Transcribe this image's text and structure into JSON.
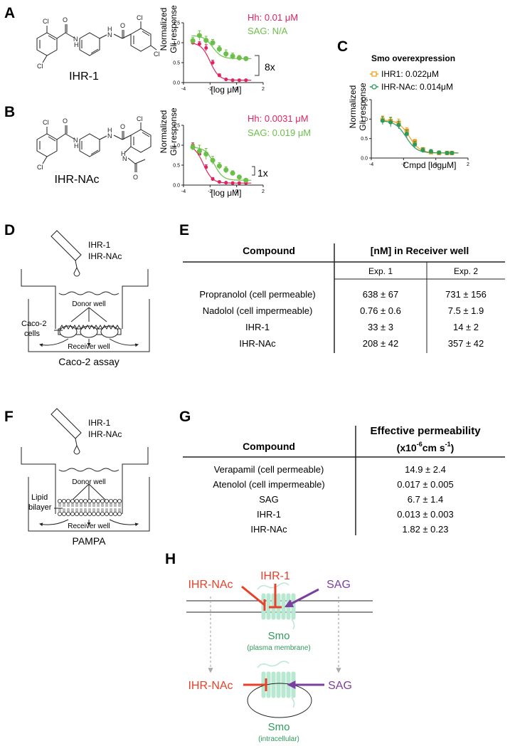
{
  "panels": {
    "A": "A",
    "B": "B",
    "C": "C",
    "D": "D",
    "E": "E",
    "F": "F",
    "G": "G",
    "H": "H"
  },
  "colors": {
    "hh": "#e0245e",
    "sag": "#6cc04a",
    "ihr1_c": "#f0a020",
    "ihrnac_c": "#2e9a5a",
    "red": "#e8402a",
    "purple": "#7b3fa0",
    "smo": "#2e9a5a",
    "smo_fill": "#b9e8d2"
  },
  "panelA": {
    "compound": "IHR-1",
    "atoms": {
      "cl": "Cl",
      "h": "H",
      "n": "N",
      "o": "O"
    },
    "ylabel1": "Normalized",
    "ylabel2": "Gli response",
    "xlabel": "[log μM]",
    "hh_label": "Hh: 0.01 μM",
    "sag_label": "SAG: N/A",
    "fold": "8x",
    "yticks": [
      "1.5",
      "1.0",
      "0.5",
      "0.0"
    ],
    "xticks": [
      "-4",
      "-2",
      "0",
      "2"
    ]
  },
  "panelB": {
    "compound": "IHR-NAc",
    "ylabel1": "Normalized",
    "ylabel2": "Gli response",
    "xlabel": "[log μM]",
    "hh_label": "Hh: 0.0031 μM",
    "sag_label": "SAG: 0.019 μM",
    "fold": "1x",
    "yticks": [
      "1.5",
      "1.0",
      "0.5",
      "0.0"
    ],
    "xticks": [
      "-4",
      "-2",
      "0",
      "2"
    ]
  },
  "panelC": {
    "title": "Smo overexpression",
    "legend1": "IHR1: 0.022μM",
    "legend2": "IHR-NAc: 0.014μM",
    "ylabel1": "Normalized",
    "ylabel2": "Gli response",
    "xlabel": "Cmpd [logμM]",
    "yticks": [
      "1.5",
      "1.0",
      "0.5",
      "0.0"
    ],
    "xticks": [
      "-4",
      "-2",
      "0",
      "2"
    ]
  },
  "panelD": {
    "cmpd1": "IHR-1",
    "cmpd2": "IHR-NAc",
    "donor": "Donor well",
    "cells1": "Caco-2",
    "cells2": "cells",
    "receiver": "Receiver well",
    "caption": "Caco-2 assay"
  },
  "panelE": {
    "col1": "Compound",
    "col2": "[nM] in Receiver well",
    "sub1": "Exp. 1",
    "sub2": "Exp. 2",
    "rows": [
      {
        "name": "Propranolol (cell permeable)",
        "e1": "638 ± 67",
        "e2": "731 ± 156"
      },
      {
        "name": "Nadolol (cell impermeable)",
        "e1": "0.76 ± 0.6",
        "e2": "7.5 ± 1.9"
      },
      {
        "name": "IHR-1",
        "e1": "33 ± 3",
        "e2": "14 ± 2"
      },
      {
        "name": "IHR-NAc",
        "e1": "208 ± 42",
        "e2": "357 ± 42"
      }
    ]
  },
  "panelF": {
    "cmpd1": "IHR-1",
    "cmpd2": "IHR-NAc",
    "donor": "Donor well",
    "lipid1": "Lipid",
    "lipid2": "bilayer",
    "receiver": "Receiver well",
    "caption": "PAMPA"
  },
  "panelG": {
    "col1": "Compound",
    "col2a": "Effective permeability",
    "col2b": "(x10",
    "col2exp": "-6",
    "col2c": "cm s",
    "col2exp2": "-1",
    "col2d": ")",
    "rows": [
      {
        "name": "Verapamil (cell permeable)",
        "v": "14.9 ± 2.4"
      },
      {
        "name": "Atenolol (cell impermeable)",
        "v": "0.017 ± 0.005"
      },
      {
        "name": "SAG",
        "v": "6.7 ± 1.4"
      },
      {
        "name": "IHR-1",
        "v": "0.013 ± 0.003"
      },
      {
        "name": "IHR-NAc",
        "v": "1.82 ± 0.23"
      }
    ]
  },
  "panelH": {
    "ihr1": "IHR-1",
    "ihrnac_top": "IHR-NAc",
    "sag_top": "SAG",
    "smo_top": "Smo",
    "smo_top_sub": "(plasma membrane)",
    "ihrnac_bottom": "IHR-NAc",
    "sag_bottom": "SAG",
    "smo_bottom": "Smo",
    "smo_bottom_sub": "(intracellular)"
  },
  "chart_data": [
    {
      "type": "scatter",
      "panel": "A",
      "xlabel": "[log μM]",
      "ylabel": "Normalized Gli response",
      "xlim": [
        -4,
        2
      ],
      "ylim": [
        0,
        1.5
      ],
      "series": [
        {
          "name": "Hh: 0.01 μM",
          "x": [
            -3.3,
            -2.8,
            -2.3,
            -1.8,
            -1.3,
            -0.8,
            -0.3,
            0.2,
            0.7
          ],
          "y": [
            1.0,
            0.97,
            0.87,
            0.5,
            0.18,
            0.08,
            0.06,
            0.06,
            0.06
          ],
          "err": [
            0.05,
            0.06,
            0.08,
            0.06,
            0.04,
            0.02,
            0.02,
            0.02,
            0.02
          ],
          "ic50_log": -2.0
        },
        {
          "name": "SAG: N/A",
          "x": [
            -3.3,
            -2.8,
            -2.3,
            -1.8,
            -1.3,
            -0.8,
            -0.3,
            0.2,
            0.7
          ],
          "y": [
            1.05,
            1.18,
            1.06,
            1.0,
            0.84,
            0.72,
            0.66,
            0.62,
            0.6
          ],
          "err": [
            0.08,
            0.12,
            0.1,
            0.08,
            0.08,
            0.1,
            0.08,
            0.06,
            0.05
          ],
          "ic50_log": -1.8
        }
      ]
    },
    {
      "type": "scatter",
      "panel": "B",
      "xlabel": "[log μM]",
      "ylabel": "Normalized Gli response",
      "xlim": [
        -4,
        2
      ],
      "ylim": [
        0,
        1.5
      ],
      "series": [
        {
          "name": "Hh: 0.0031 μM",
          "x": [
            -3.3,
            -2.8,
            -2.3,
            -1.8,
            -1.3,
            -0.8,
            -0.3,
            0.2,
            0.7
          ],
          "y": [
            1.0,
            0.78,
            0.45,
            0.15,
            0.08,
            0.06,
            0.05,
            0.05,
            0.05
          ],
          "err": [
            0.06,
            0.08,
            0.06,
            0.04,
            0.02,
            0.02,
            0.02,
            0.02,
            0.02
          ],
          "ic50_log": -2.5
        },
        {
          "name": "SAG: 0.019 μM",
          "x": [
            -3.3,
            -2.8,
            -2.3,
            -1.8,
            -1.3,
            -0.8,
            -0.3,
            0.2,
            0.7
          ],
          "y": [
            0.95,
            0.85,
            0.78,
            0.62,
            0.48,
            0.38,
            0.3,
            0.2,
            0.12
          ],
          "err": [
            0.08,
            0.15,
            0.14,
            0.1,
            0.08,
            0.08,
            0.06,
            0.05,
            0.04
          ],
          "ic50_log": -1.7
        }
      ]
    },
    {
      "type": "scatter",
      "panel": "C",
      "title": "Smo overexpression",
      "xlabel": "Cmpd [logμM]",
      "ylabel": "Normalized Gli response",
      "xlim": [
        -4,
        2
      ],
      "ylim": [
        0,
        1.5
      ],
      "series": [
        {
          "name": "IHR1: 0.022μM",
          "x": [
            -3.3,
            -2.8,
            -2.3,
            -1.8,
            -1.3,
            -0.8,
            -0.3,
            0.2,
            0.7,
            1.0
          ],
          "y": [
            0.98,
            0.95,
            0.9,
            0.7,
            0.42,
            0.22,
            0.15,
            0.13,
            0.13,
            0.13
          ],
          "err": [
            0.1,
            0.1,
            0.1,
            0.08,
            0.06,
            0.05,
            0.04,
            0.03,
            0.03,
            0.03
          ],
          "ic50_log": -1.65
        },
        {
          "name": "IHR-NAc: 0.014μM",
          "x": [
            -3.3,
            -2.8,
            -2.3,
            -1.8,
            -1.3,
            -0.8,
            -0.3,
            0.2,
            0.7,
            1.0
          ],
          "y": [
            0.96,
            0.92,
            0.85,
            0.62,
            0.35,
            0.2,
            0.17,
            0.14,
            0.13,
            0.13
          ],
          "err": [
            0.1,
            0.12,
            0.1,
            0.1,
            0.08,
            0.06,
            0.05,
            0.04,
            0.03,
            0.03
          ],
          "ic50_log": -1.85
        }
      ]
    }
  ]
}
